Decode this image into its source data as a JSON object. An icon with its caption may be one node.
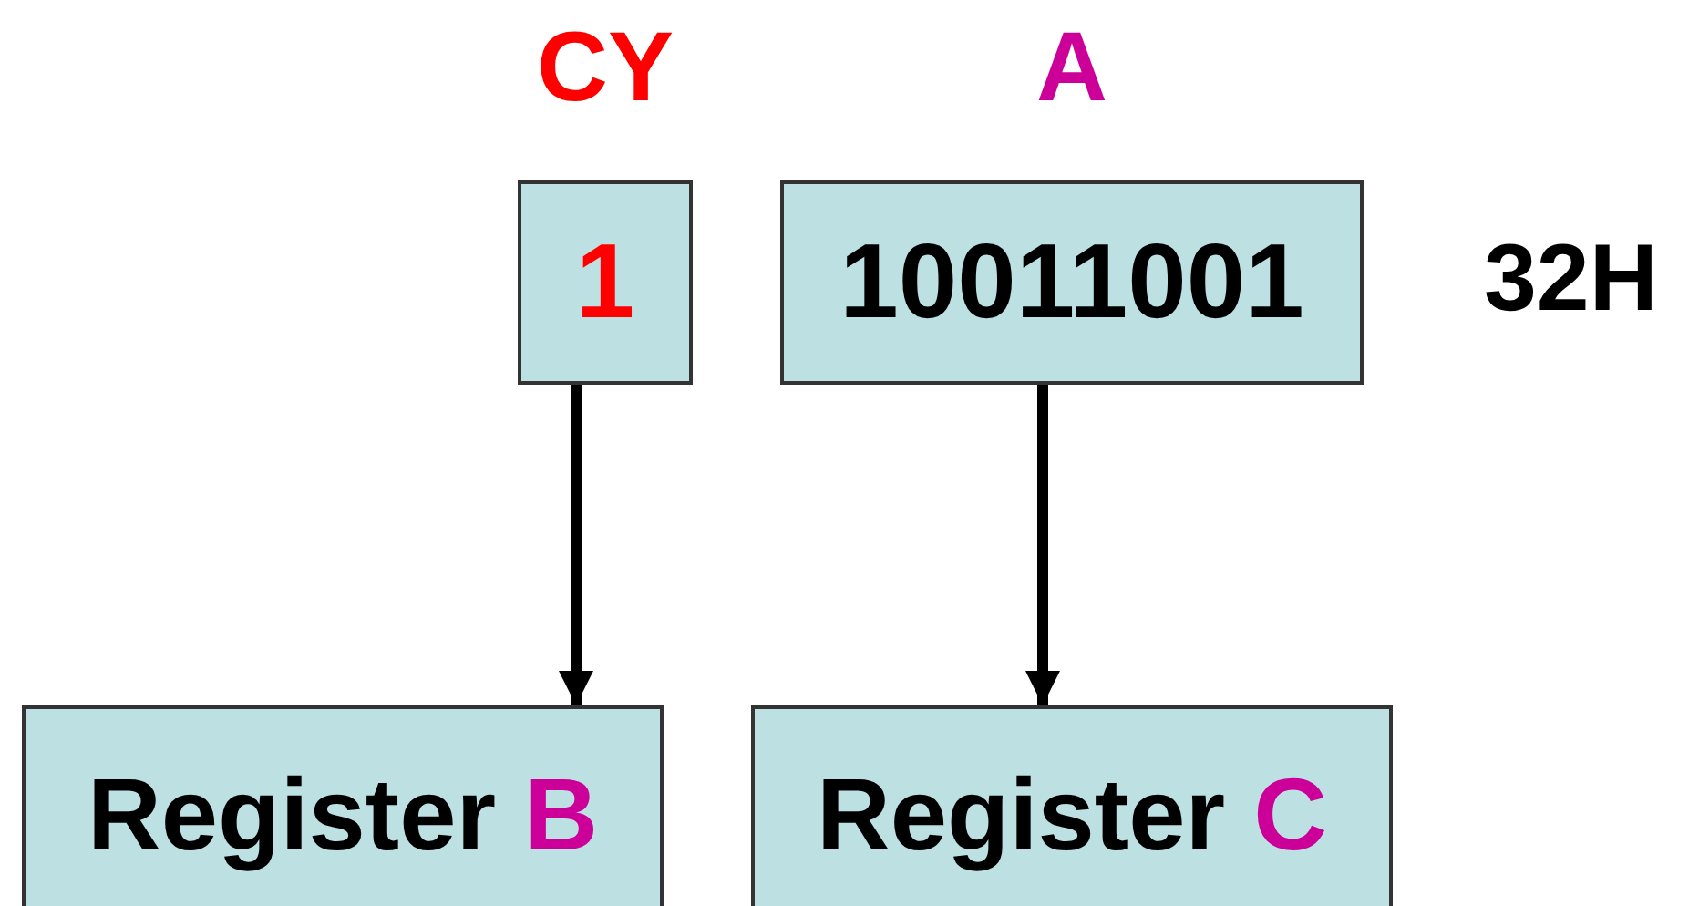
{
  "diagram": {
    "nodes": [
      {
        "text": [
          "CY",
          "1"
        ]
      },
      {
        "text": [
          "A",
          "10011001"
        ],
        "beside": [
          "32H"
        ]
      },
      {
        "text": [
          "Register",
          "B"
        ]
      },
      {
        "text": [
          "Register",
          "C"
        ]
      }
    ],
    "edges": [
      {
        "from": 0,
        "to": 2,
        "arrow": "to"
      },
      {
        "from": 1,
        "to": 3,
        "arrow": "to"
      }
    ]
  }
}
